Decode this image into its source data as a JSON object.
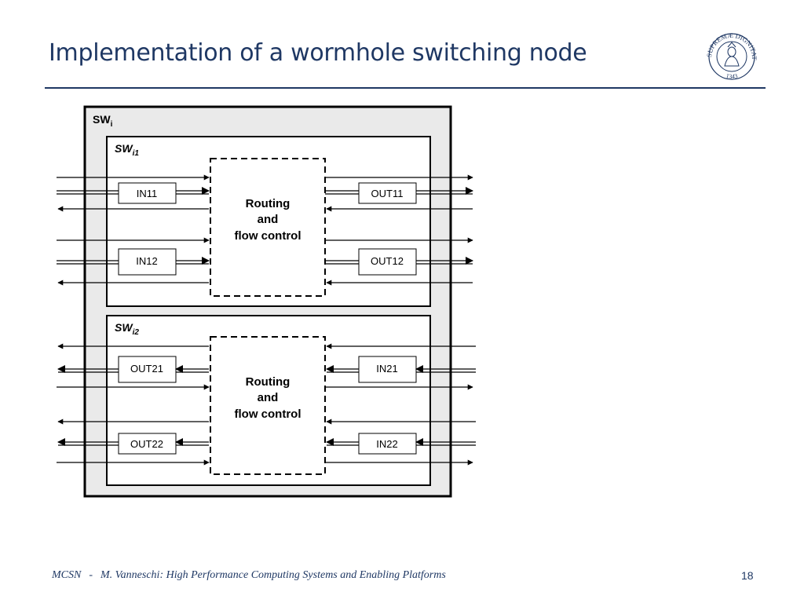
{
  "slide": {
    "title": "Implementation of a wormhole switching node",
    "footer_left": "MCSN",
    "footer_sep": "-",
    "footer_text": "M. Vanneschi: High Performance Computing Systems and Enabling Platforms",
    "page_number": "18",
    "accent_color": "#1f3864",
    "logo_icon": "university-of-pisa-seal-icon",
    "seal_text": "IN SUPREMÆ DIGNITATIS",
    "seal_year": "1343"
  },
  "diagram": {
    "outer_label": {
      "main": "SW",
      "sub": "i"
    },
    "sub1": {
      "label": {
        "main": "SW",
        "sub": "i1"
      },
      "routing": [
        "Routing",
        "and",
        "flow control"
      ],
      "inputs": [
        "IN11",
        "IN12"
      ],
      "outputs": [
        "OUT11",
        "OUT12"
      ]
    },
    "sub2": {
      "label": {
        "main": "SW",
        "sub": "i2"
      },
      "routing": [
        "Routing",
        "and",
        "flow control"
      ],
      "outputs": [
        "OUT21",
        "OUT22"
      ],
      "inputs": [
        "IN21",
        "IN22"
      ]
    }
  }
}
